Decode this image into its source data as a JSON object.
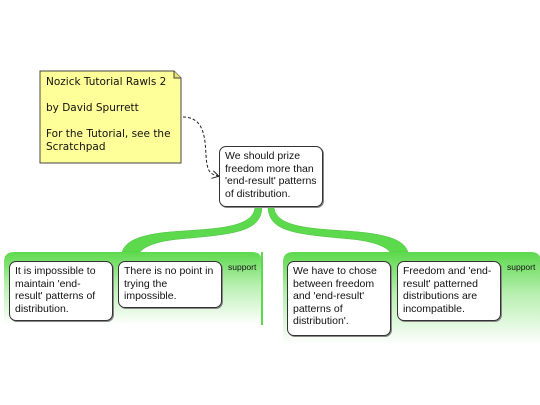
{
  "note": {
    "line1": "Nozick Tutorial Rawls 2",
    "line2": "by David Spurrett",
    "line3": "For the Tutorial, see the Scratchpad"
  },
  "claim": {
    "text": "We should prize freedom more than 'end-result' patterns of distribution."
  },
  "groups": [
    {
      "tag": "support",
      "reasons": [
        "It is impossible to maintain 'end-result' patterns of distribution.",
        "There is no point in trying the impossible."
      ]
    },
    {
      "tag": "support",
      "reasons": [
        "We have to chose between freedom and 'end-result' patterns of distribution'.",
        "Freedom and 'end-result' patterned distributions are incompatible."
      ]
    }
  ],
  "colors": {
    "note_fill": "#ffff99",
    "support_green": "#66dd55"
  }
}
